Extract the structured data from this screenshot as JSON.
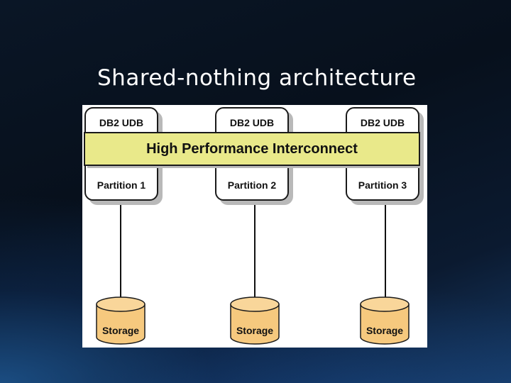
{
  "slide": {
    "title": "Shared-nothing architecture"
  },
  "diagram": {
    "interconnect_label": "High Performance Interconnect",
    "nodes": [
      {
        "top_label": "DB2 UDB",
        "bottom_label": "Partition 1",
        "storage_label": "Storage"
      },
      {
        "top_label": "DB2 UDB",
        "bottom_label": "Partition 2",
        "storage_label": "Storage"
      },
      {
        "top_label": "DB2 UDB",
        "bottom_label": "Partition 3",
        "storage_label": "Storage"
      }
    ],
    "colors": {
      "interconnect_fill": "#e9e98a",
      "storage_fill": "#f6c97e",
      "background": "#ffffff"
    }
  }
}
